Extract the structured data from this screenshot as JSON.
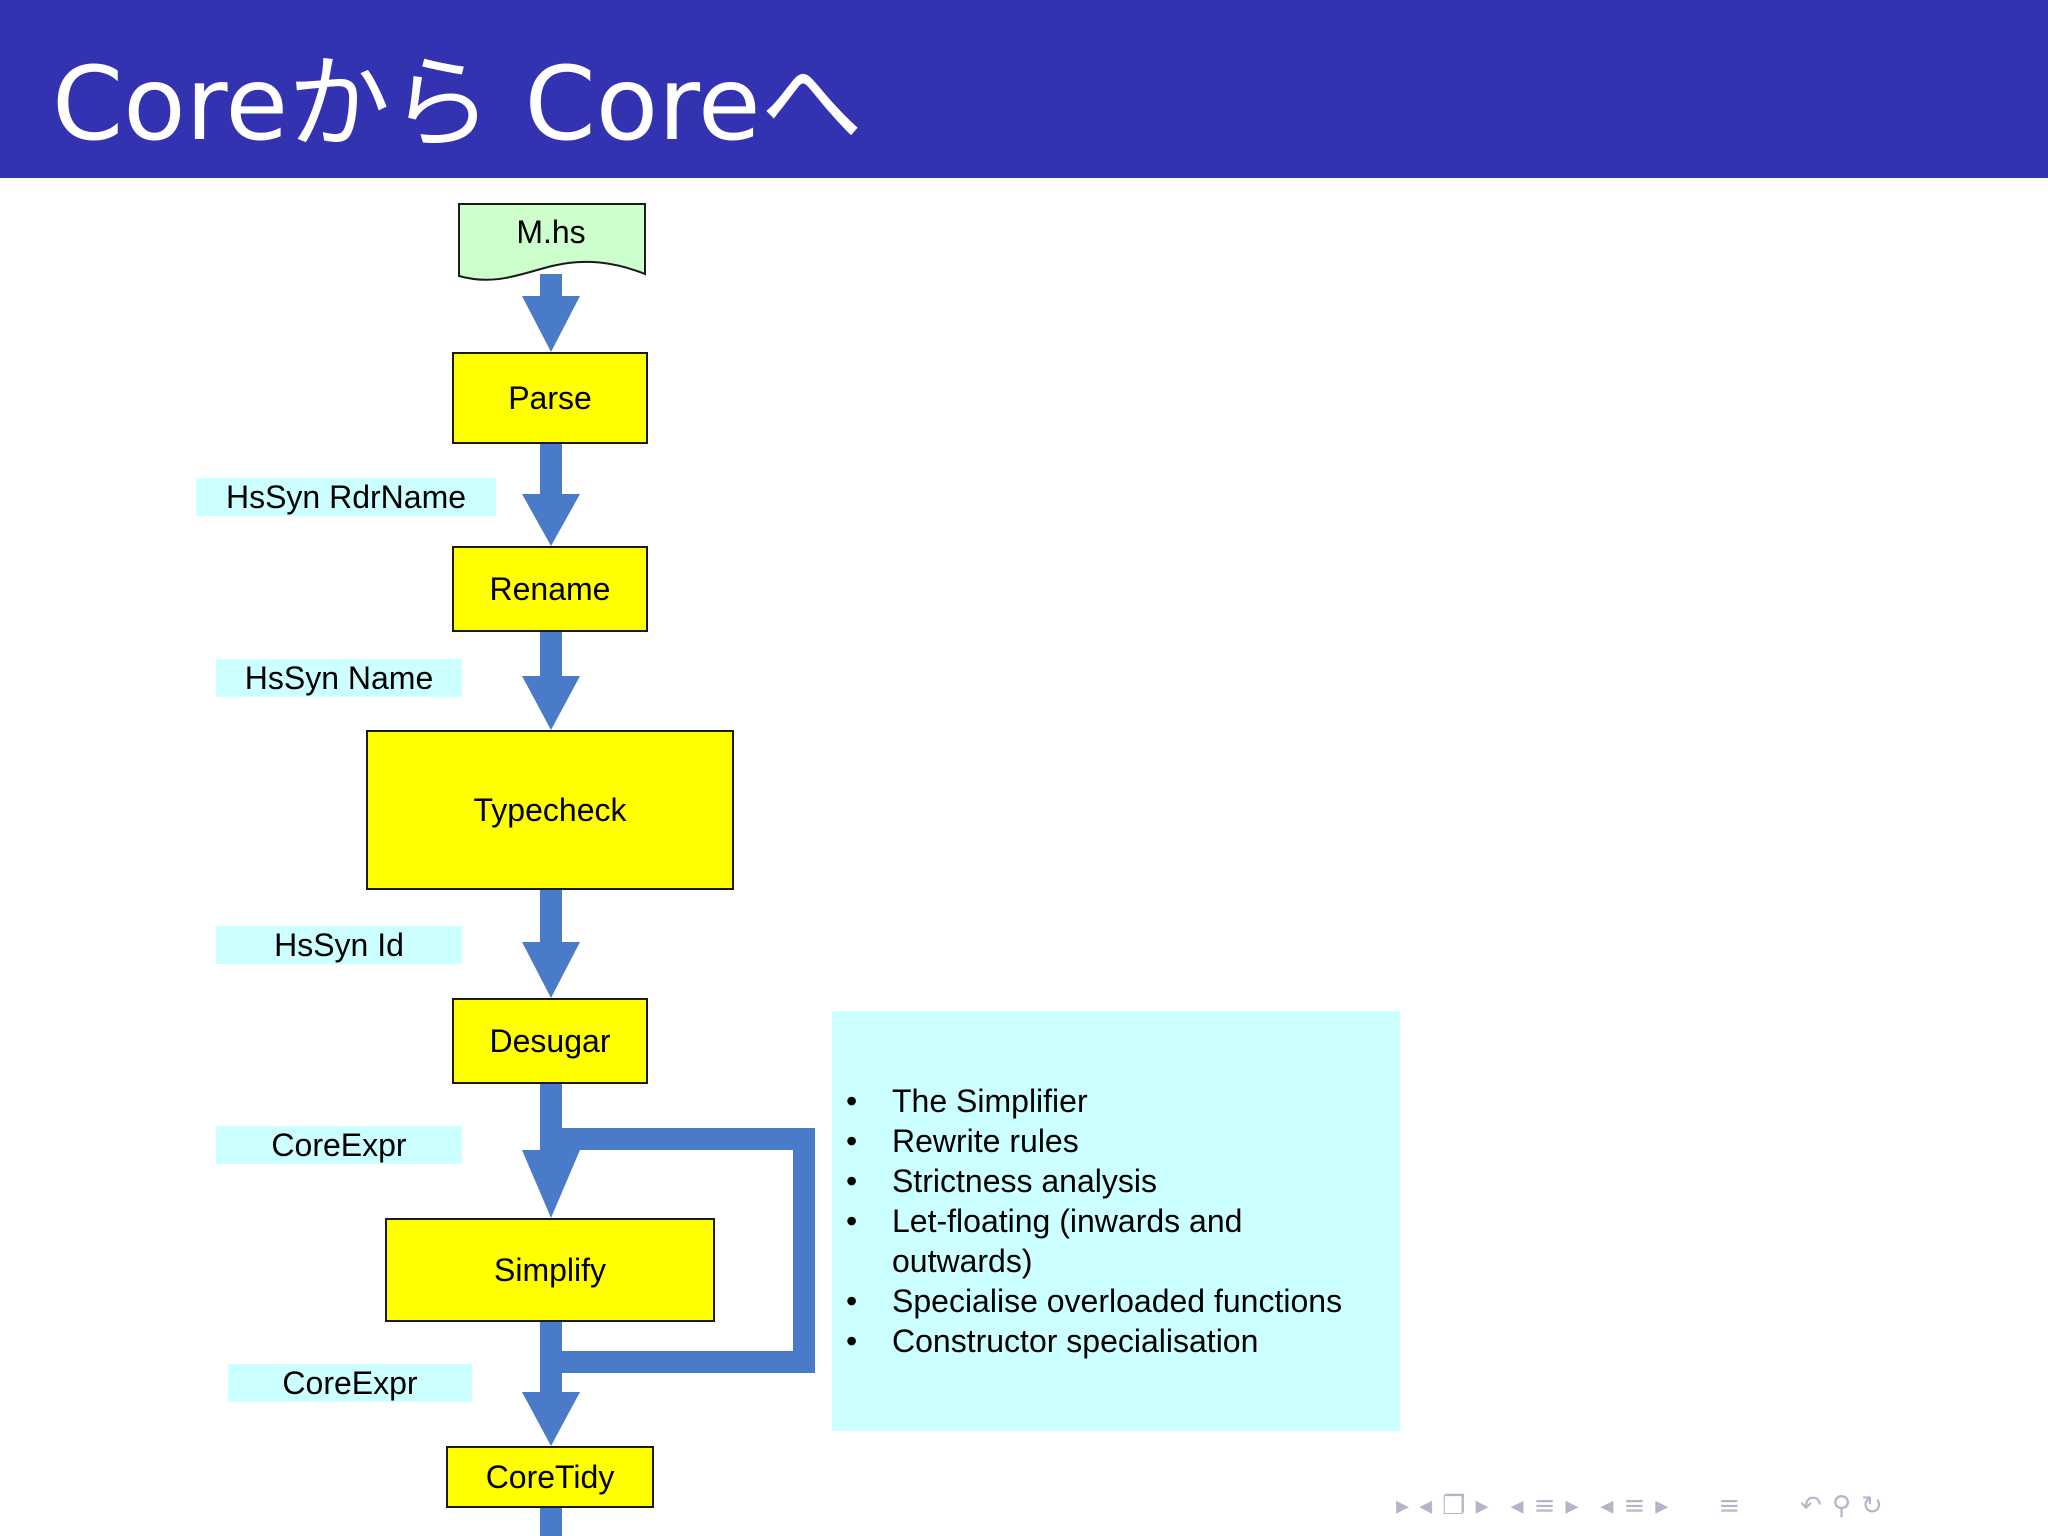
{
  "slide": {
    "title": "Coreから Coreへ"
  },
  "diagram": {
    "source_file": "M.hs",
    "stages": {
      "parse": "Parse",
      "rename": "Rename",
      "typecheck": "Typecheck",
      "desugar": "Desugar",
      "simplify": "Simplify",
      "coretidy": "CoreTidy"
    },
    "edge_labels": {
      "after_parse": "HsSyn RdrName",
      "after_rename": "HsSyn Name",
      "after_typecheck": "HsSyn Id",
      "after_desugar": "CoreExpr",
      "after_simplify": "CoreExpr"
    },
    "simplifier_notes": [
      "The Simplifier",
      "Rewrite rules",
      "Strictness analysis",
      "Let-floating (inwards and outwards)",
      "Specialise overloaded functions",
      "Constructor specialisation"
    ]
  },
  "colors": {
    "title_bar": "#3333b2",
    "stage_fill": "#ffff00",
    "label_fill": "#ccffff",
    "source_fill": "#ccffcc",
    "arrow": "#4a7bc8"
  },
  "navigation": {
    "icons": [
      "frame-prev-icon",
      "frame-icon",
      "frame-next-icon",
      "section-prev-icon",
      "section-icon",
      "section-next-icon",
      "subsection-prev-icon",
      "subsection-icon",
      "subsection-next-icon",
      "appendix-icon",
      "back-icon",
      "search-icon",
      "forward-icon"
    ]
  }
}
